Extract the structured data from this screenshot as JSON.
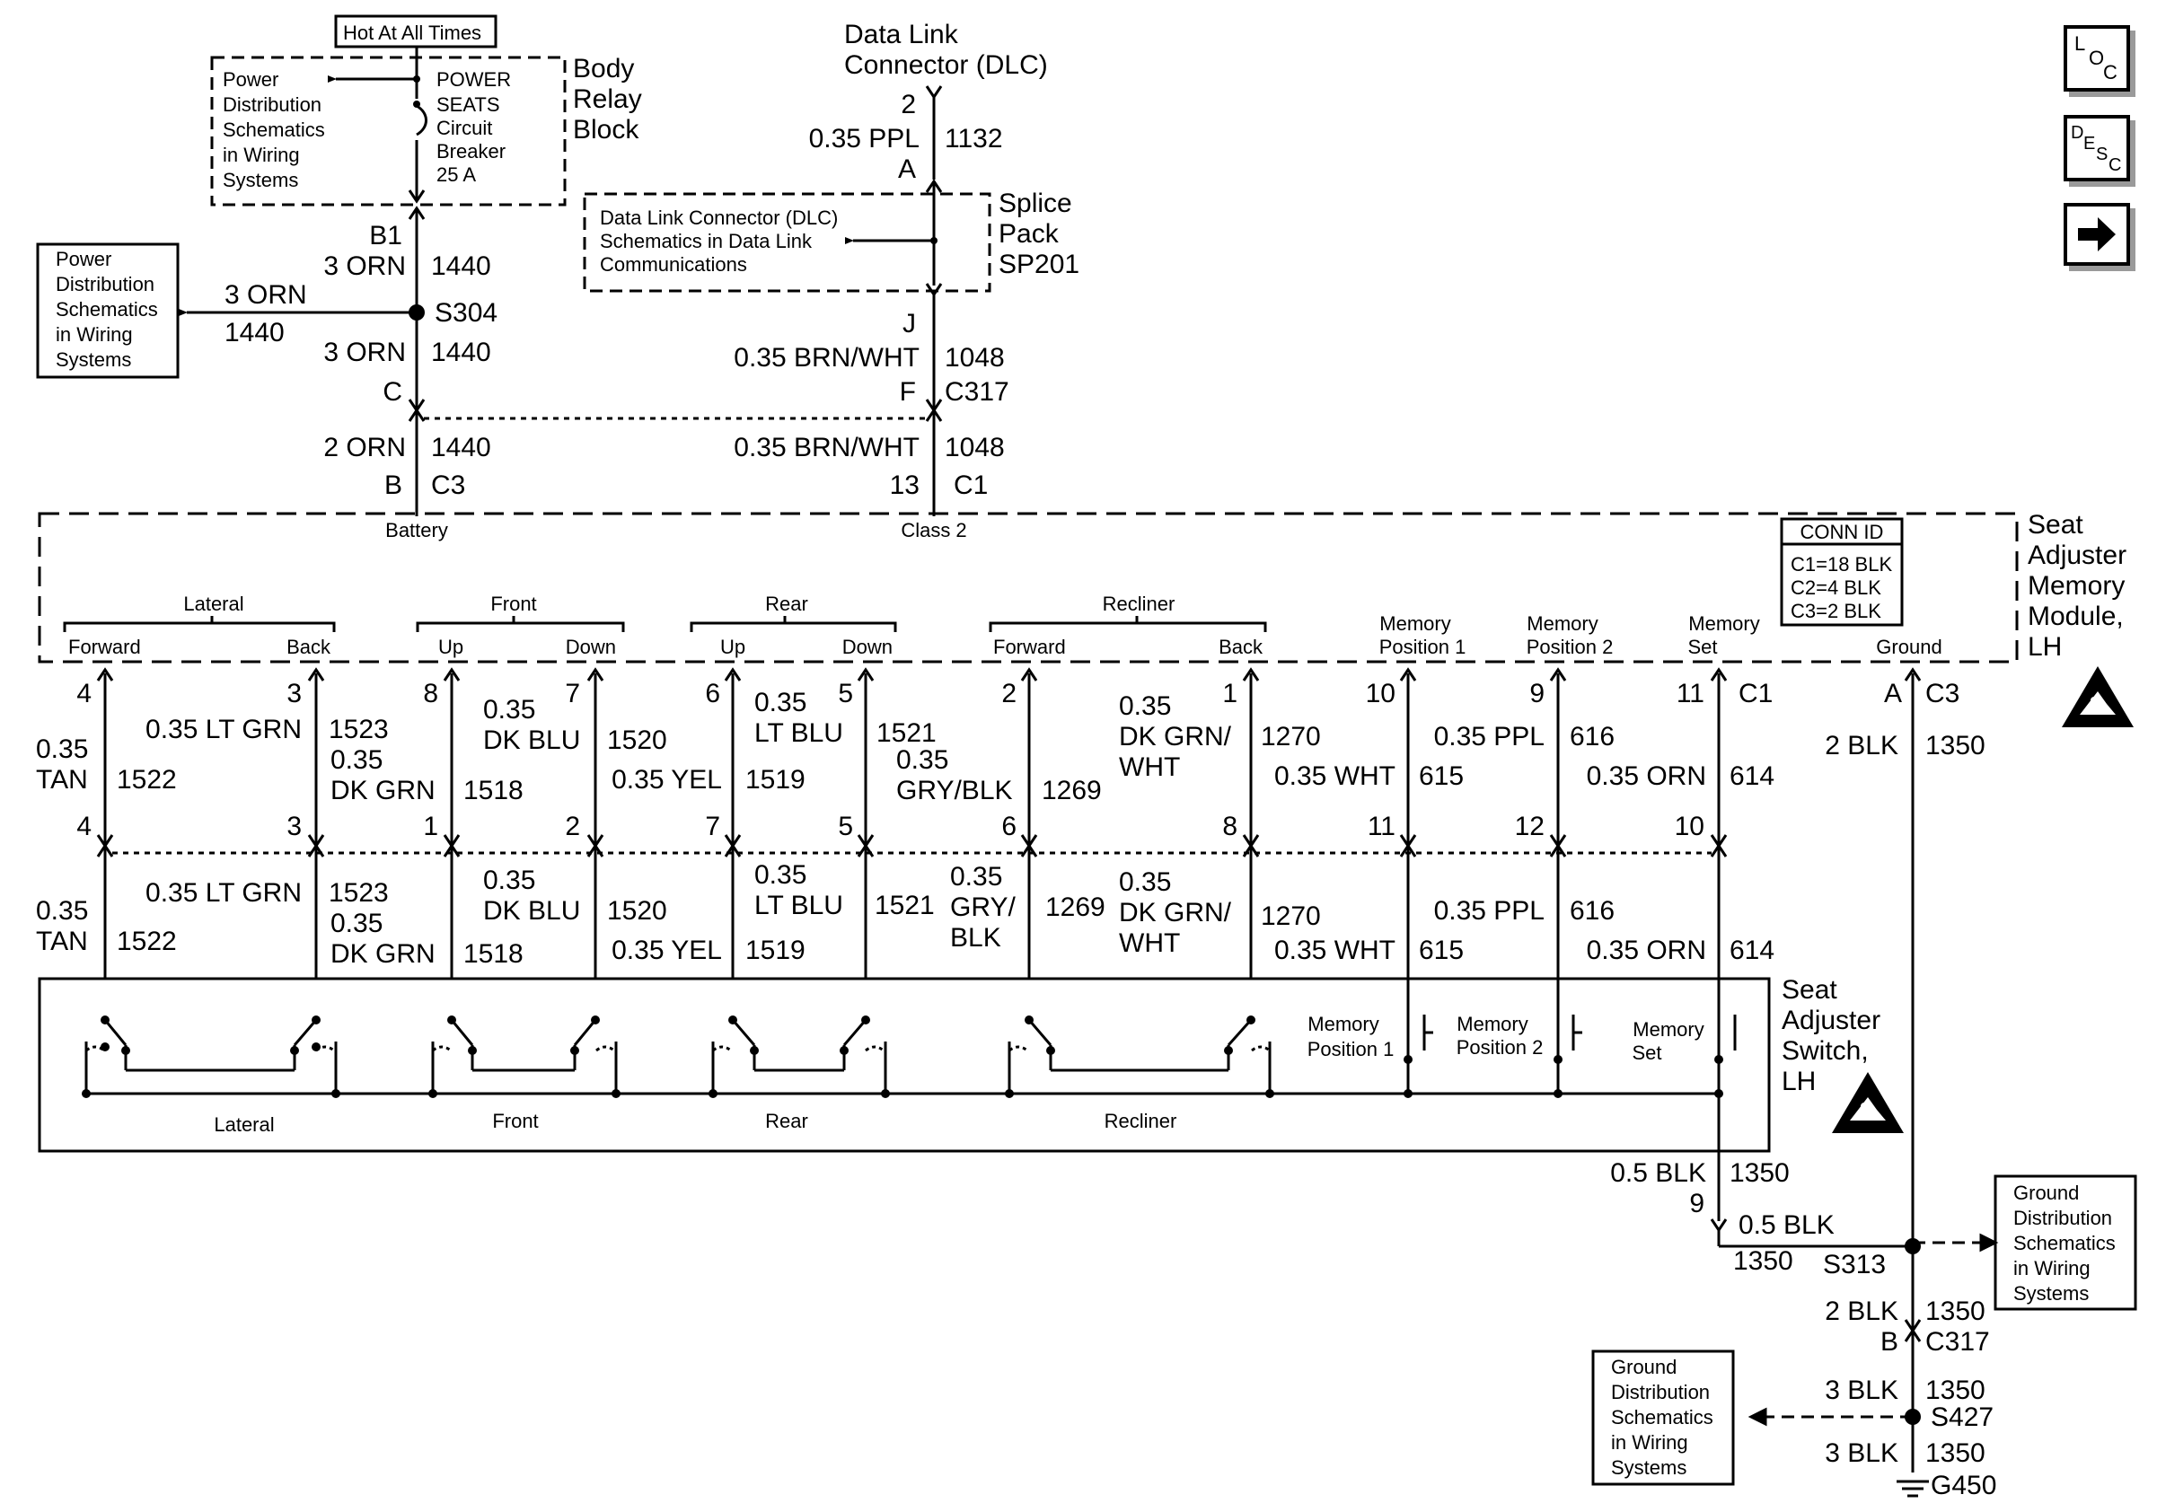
{
  "top": {
    "hot_label": "Hot At All Times",
    "relay_block": [
      "Body",
      "Relay",
      "Block"
    ],
    "power_dist_inner": [
      "Power",
      "Distribution",
      "Schematics",
      "in Wiring",
      "Systems"
    ],
    "breaker": [
      "POWER",
      "SEATS",
      "Circuit",
      "Breaker",
      "25 A"
    ],
    "power_dist_left": [
      "Power",
      "Distribution",
      "Schematics",
      "in Wiring",
      "Systems"
    ],
    "dlc_title": [
      "Data Link",
      "Connector (DLC)"
    ],
    "dlc_pin": "2",
    "dlc_wire": "0.35 PPL",
    "dlc_circuit": "1132",
    "dlc_letter": "A",
    "dlc_schem": [
      "Data Link Connector (DLC)",
      "Schematics in Data Link",
      "Communications"
    ],
    "splice_pack": [
      "Splice",
      "Pack",
      "SP201"
    ],
    "sp_pin": "J",
    "sp_wire": "0.35 BRN/WHT",
    "sp_circuit": "1048",
    "c317_pin_f": "F",
    "c317_label": "C317",
    "mod_wire": "0.35 BRN/WHT",
    "mod_circuit": "1048",
    "mod_pin": "13",
    "mod_conn": "C1",
    "b1_pin": "B1",
    "b1_wire": "3 ORN",
    "b1_circuit": "1440",
    "left_wire": "3 ORN",
    "left_circuit": "1440",
    "s304": "S304",
    "c_wire": "3 ORN",
    "c_circuit": "1440",
    "c_pin": "C",
    "bat_wire": "2 ORN",
    "bat_circuit": "1440",
    "bat_pin": "B",
    "bat_conn": "C3"
  },
  "module": {
    "name": [
      "Seat",
      "Adjuster",
      "Memory",
      "Module,",
      "LH"
    ],
    "battery": "Battery",
    "class2": "Class 2",
    "conn_id_title": "CONN ID",
    "conn_id": [
      "C1=18 BLK",
      "C2=4 BLK",
      "C3=2 BLK"
    ],
    "groups": [
      "Lateral",
      "Front",
      "Rear",
      "Recliner"
    ],
    "labels": {
      "lat_fwd": "Forward",
      "lat_back": "Back",
      "front_up": "Up",
      "front_down": "Down",
      "rear_up": "Up",
      "rear_down": "Down",
      "rec_fwd": "Forward",
      "rec_back": "Back",
      "mem1": [
        "Memory",
        "Position 1"
      ],
      "mem2": [
        "Memory",
        "Position 2"
      ],
      "memset": [
        "Memory",
        "Set"
      ],
      "ground": "Ground"
    },
    "c1_label": "C1",
    "c3_label": "C3",
    "ground_pin": "A"
  },
  "wires_mid": {
    "w1": {
      "pin": "4",
      "color": [
        "0.35",
        "TAN"
      ],
      "circuit": "1522"
    },
    "w2": {
      "pin": "3",
      "color": [
        "0.35 LT GRN"
      ],
      "circuit": "1523"
    },
    "w3": {
      "pin": "8",
      "color": [
        "0.35",
        "DK GRN"
      ],
      "circuit": "1518"
    },
    "w4": {
      "pin": "7",
      "color": [
        "0.35",
        "DK BLU"
      ],
      "circuit": "1520"
    },
    "w5": {
      "pin": "6",
      "color": [
        "0.35 YEL"
      ],
      "circuit": "1519"
    },
    "w6": {
      "pin": "5",
      "color": [
        "0.35",
        "LT BLU"
      ],
      "circuit": "1521"
    },
    "w7": {
      "pin": "2",
      "color": [
        "0.35",
        "GRY/BLK"
      ],
      "circuit": "1269"
    },
    "w8": {
      "pin": "1",
      "color": [
        "0.35",
        "DK GRN/",
        "WHT"
      ],
      "circuit": "1270"
    },
    "w9": {
      "pin": "10",
      "color": [
        "0.35 WHT"
      ],
      "circuit": "615"
    },
    "w10": {
      "pin": "9",
      "color": [
        "0.35 PPL"
      ],
      "circuit": "616"
    },
    "w11": {
      "pin": "11",
      "color": [
        "0.35 ORN"
      ],
      "circuit": "614"
    },
    "gnd": {
      "wire": "2 BLK",
      "circuit": "1350"
    }
  },
  "wires_low": {
    "w1": {
      "pin": "4",
      "color": [
        "0.35",
        "TAN"
      ],
      "circuit": "1522"
    },
    "w2": {
      "pin": "3",
      "color": [
        "0.35 LT GRN"
      ],
      "circuit": "1523"
    },
    "w3": {
      "pin": "1",
      "color": [
        "0.35",
        "DK GRN"
      ],
      "circuit": "1518"
    },
    "w4": {
      "pin": "2",
      "color": [
        "0.35",
        "DK BLU"
      ],
      "circuit": "1520"
    },
    "w5": {
      "pin": "7",
      "color": [
        "0.35 YEL"
      ],
      "circuit": "1519"
    },
    "w6": {
      "pin": "5",
      "color": [
        "0.35",
        "LT BLU"
      ],
      "circuit": "1521"
    },
    "w7": {
      "pin": "6",
      "color": [
        "0.35",
        "GRY/",
        "BLK"
      ],
      "circuit": "1269"
    },
    "w8": {
      "pin": "8",
      "color": [
        "0.35",
        "DK GRN/",
        "WHT"
      ],
      "circuit": "1270"
    },
    "w9": {
      "pin": "11",
      "color": [
        "0.35 WHT"
      ],
      "circuit": "615"
    },
    "w10": {
      "pin": "12",
      "color": [
        "0.35 PPL"
      ],
      "circuit": "616"
    },
    "w11": {
      "pin": "10",
      "color": [
        "0.35 ORN"
      ],
      "circuit": "614"
    }
  },
  "switch": {
    "name": [
      "Seat",
      "Adjuster",
      "Switch,",
      "LH"
    ],
    "groups": [
      "Lateral",
      "Front",
      "Rear",
      "Recliner"
    ],
    "mem1": [
      "Memory",
      "Position 1"
    ],
    "mem2": [
      "Memory",
      "Position 2"
    ],
    "memset": [
      "Memory",
      "Set"
    ]
  },
  "ground": {
    "sw_wire": "0.5 BLK",
    "sw_circuit": "1350",
    "sw_pin": "9",
    "splice_wire": "0.5 BLK",
    "splice_circuit": "1350",
    "s313": "S313",
    "c317_wire": "2 BLK",
    "c317_circuit": "1350",
    "c317_pin": "B",
    "c317_label": "C317",
    "s427_wire": "3 BLK",
    "s427_circuit": "1350",
    "s427": "S427",
    "g450_wire": "3 BLK",
    "g450_circuit": "1350",
    "g450": "G450",
    "dist_right": [
      "Ground",
      "Distribution",
      "Schematics",
      "in Wiring",
      "Systems"
    ],
    "dist_left": [
      "Ground",
      "Distribution",
      "Schematics",
      "in Wiring",
      "Systems"
    ]
  },
  "nav": {
    "loc": [
      "L",
      "O",
      "C"
    ],
    "desc": [
      "D",
      "E",
      "S",
      "C"
    ],
    "next_icon": "right-arrow-icon"
  }
}
